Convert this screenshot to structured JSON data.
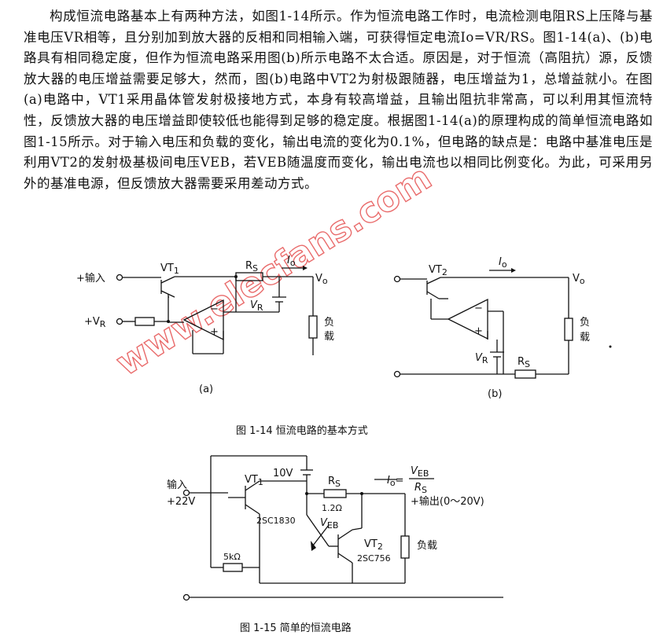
{
  "paragraph": "构成恒流电路基本上有两种方法，如图1-14所示。作为恒流电路工作时，电流检测电阻RS上压降与基准电压VR相等，且分别加到放大器的反相和同相输入端，可获得恒定电流Io=VR/RS。图1-14(a)、(b)电路具有相同稳定度，但作为恒流电路采用图(b)所示电路不太合适。原因是，对于恒流（高阻抗）源，反馈放大器的电压增益需要足够大，然而，图(b)电路中VT2为射极跟随器，电压增益为1，总增益就小。在图(a)电路中，VT1采用晶体管发射极接地方式，本身有较高增益，且输出阻抗非常高，可以利用其恒流特性，反馈放大器的电压增益即使较低也能得到足够的稳定度。根据图1-14(a)的原理构成的简单恒流电路如图1-15所示。对于输入电压和负载的变化，输出电流的变化为0.1%，但电路的缺点是：电路中基准电压是利用VT2的发射极基极间电压VEB，若VEB随温度而变化，输出电流也以相同比例变化。为此，可采用另外的基准电源，但反馈放大器需要采用差动方式。",
  "watermark": "www.elecfans.com",
  "fig14": {
    "a": {
      "input_label": "+输入",
      "vr_input_label": "+V",
      "vr_input_sub": "R",
      "transistor": "VT",
      "transistor_sub": "1",
      "rs": "R",
      "rs_sub": "S",
      "io": "I",
      "io_sub": "o",
      "vo": "V",
      "vo_sub": "o",
      "vr": "V",
      "vr_sub": "R",
      "load": [
        "负",
        "载"
      ],
      "minus": "−",
      "plus": "+",
      "sub_caption": "(a)"
    },
    "b": {
      "transistor": "VT",
      "transistor_sub": "2",
      "io": "I",
      "io_sub": "o",
      "vo": "V",
      "vo_sub": "o",
      "vr": "V",
      "vr_sub": "R",
      "rs": "R",
      "rs_sub": "S",
      "load": [
        "负",
        "载"
      ],
      "minus": "−",
      "plus": "+",
      "sub_caption": "(b)"
    },
    "caption": "图 1-14   恒流电路的基本方式"
  },
  "fig15": {
    "input_label": "输入",
    "input_voltage": "+22V",
    "vt1": "VT",
    "vt1_sub": "1",
    "vt1_part": "2SC1830",
    "battery": "10V",
    "rs": "R",
    "rs_sub": "S",
    "rs_value": "1.2Ω",
    "io_formula_left": "I",
    "io_formula_left_sub": "o",
    "io_formula_eq": "=",
    "io_formula_num": "V",
    "io_formula_num_sub": "EB",
    "io_formula_den": "R",
    "io_formula_den_sub": "S",
    "output_label": "+输出(0～20V)",
    "veb": "V",
    "veb_sub": "EB",
    "vt2": "VT",
    "vt2_sub": "2",
    "vt2_part": "2SC756",
    "resistor": "5kΩ",
    "load": "负载",
    "caption": "图 1-15   简单的恒流电路"
  }
}
